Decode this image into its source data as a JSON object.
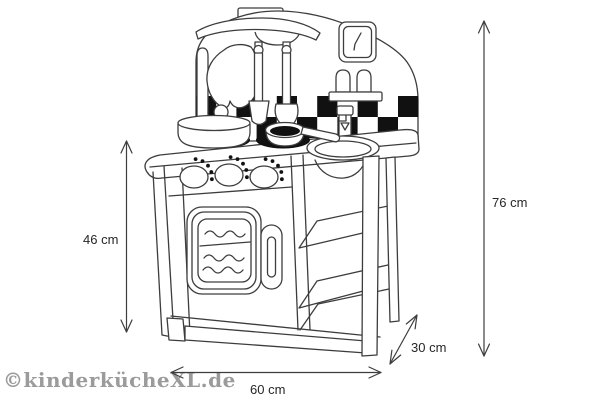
{
  "figure": {
    "subject": "toy play kitchen line drawing with dimensions",
    "watermark": "©kinderkücheXL.de",
    "dimension_labels": [
      {
        "name": "cabinet-height",
        "text": "46 cm"
      },
      {
        "name": "total-height",
        "text": "76 cm"
      },
      {
        "name": "width",
        "text": "60 cm"
      },
      {
        "name": "depth",
        "text": "30 cm"
      }
    ],
    "colors": {
      "line": "#3d3d3d",
      "ink_black": "#111111",
      "watermark": "#9b9b9b",
      "label_text": "#262626",
      "background": "#ffffff"
    }
  }
}
